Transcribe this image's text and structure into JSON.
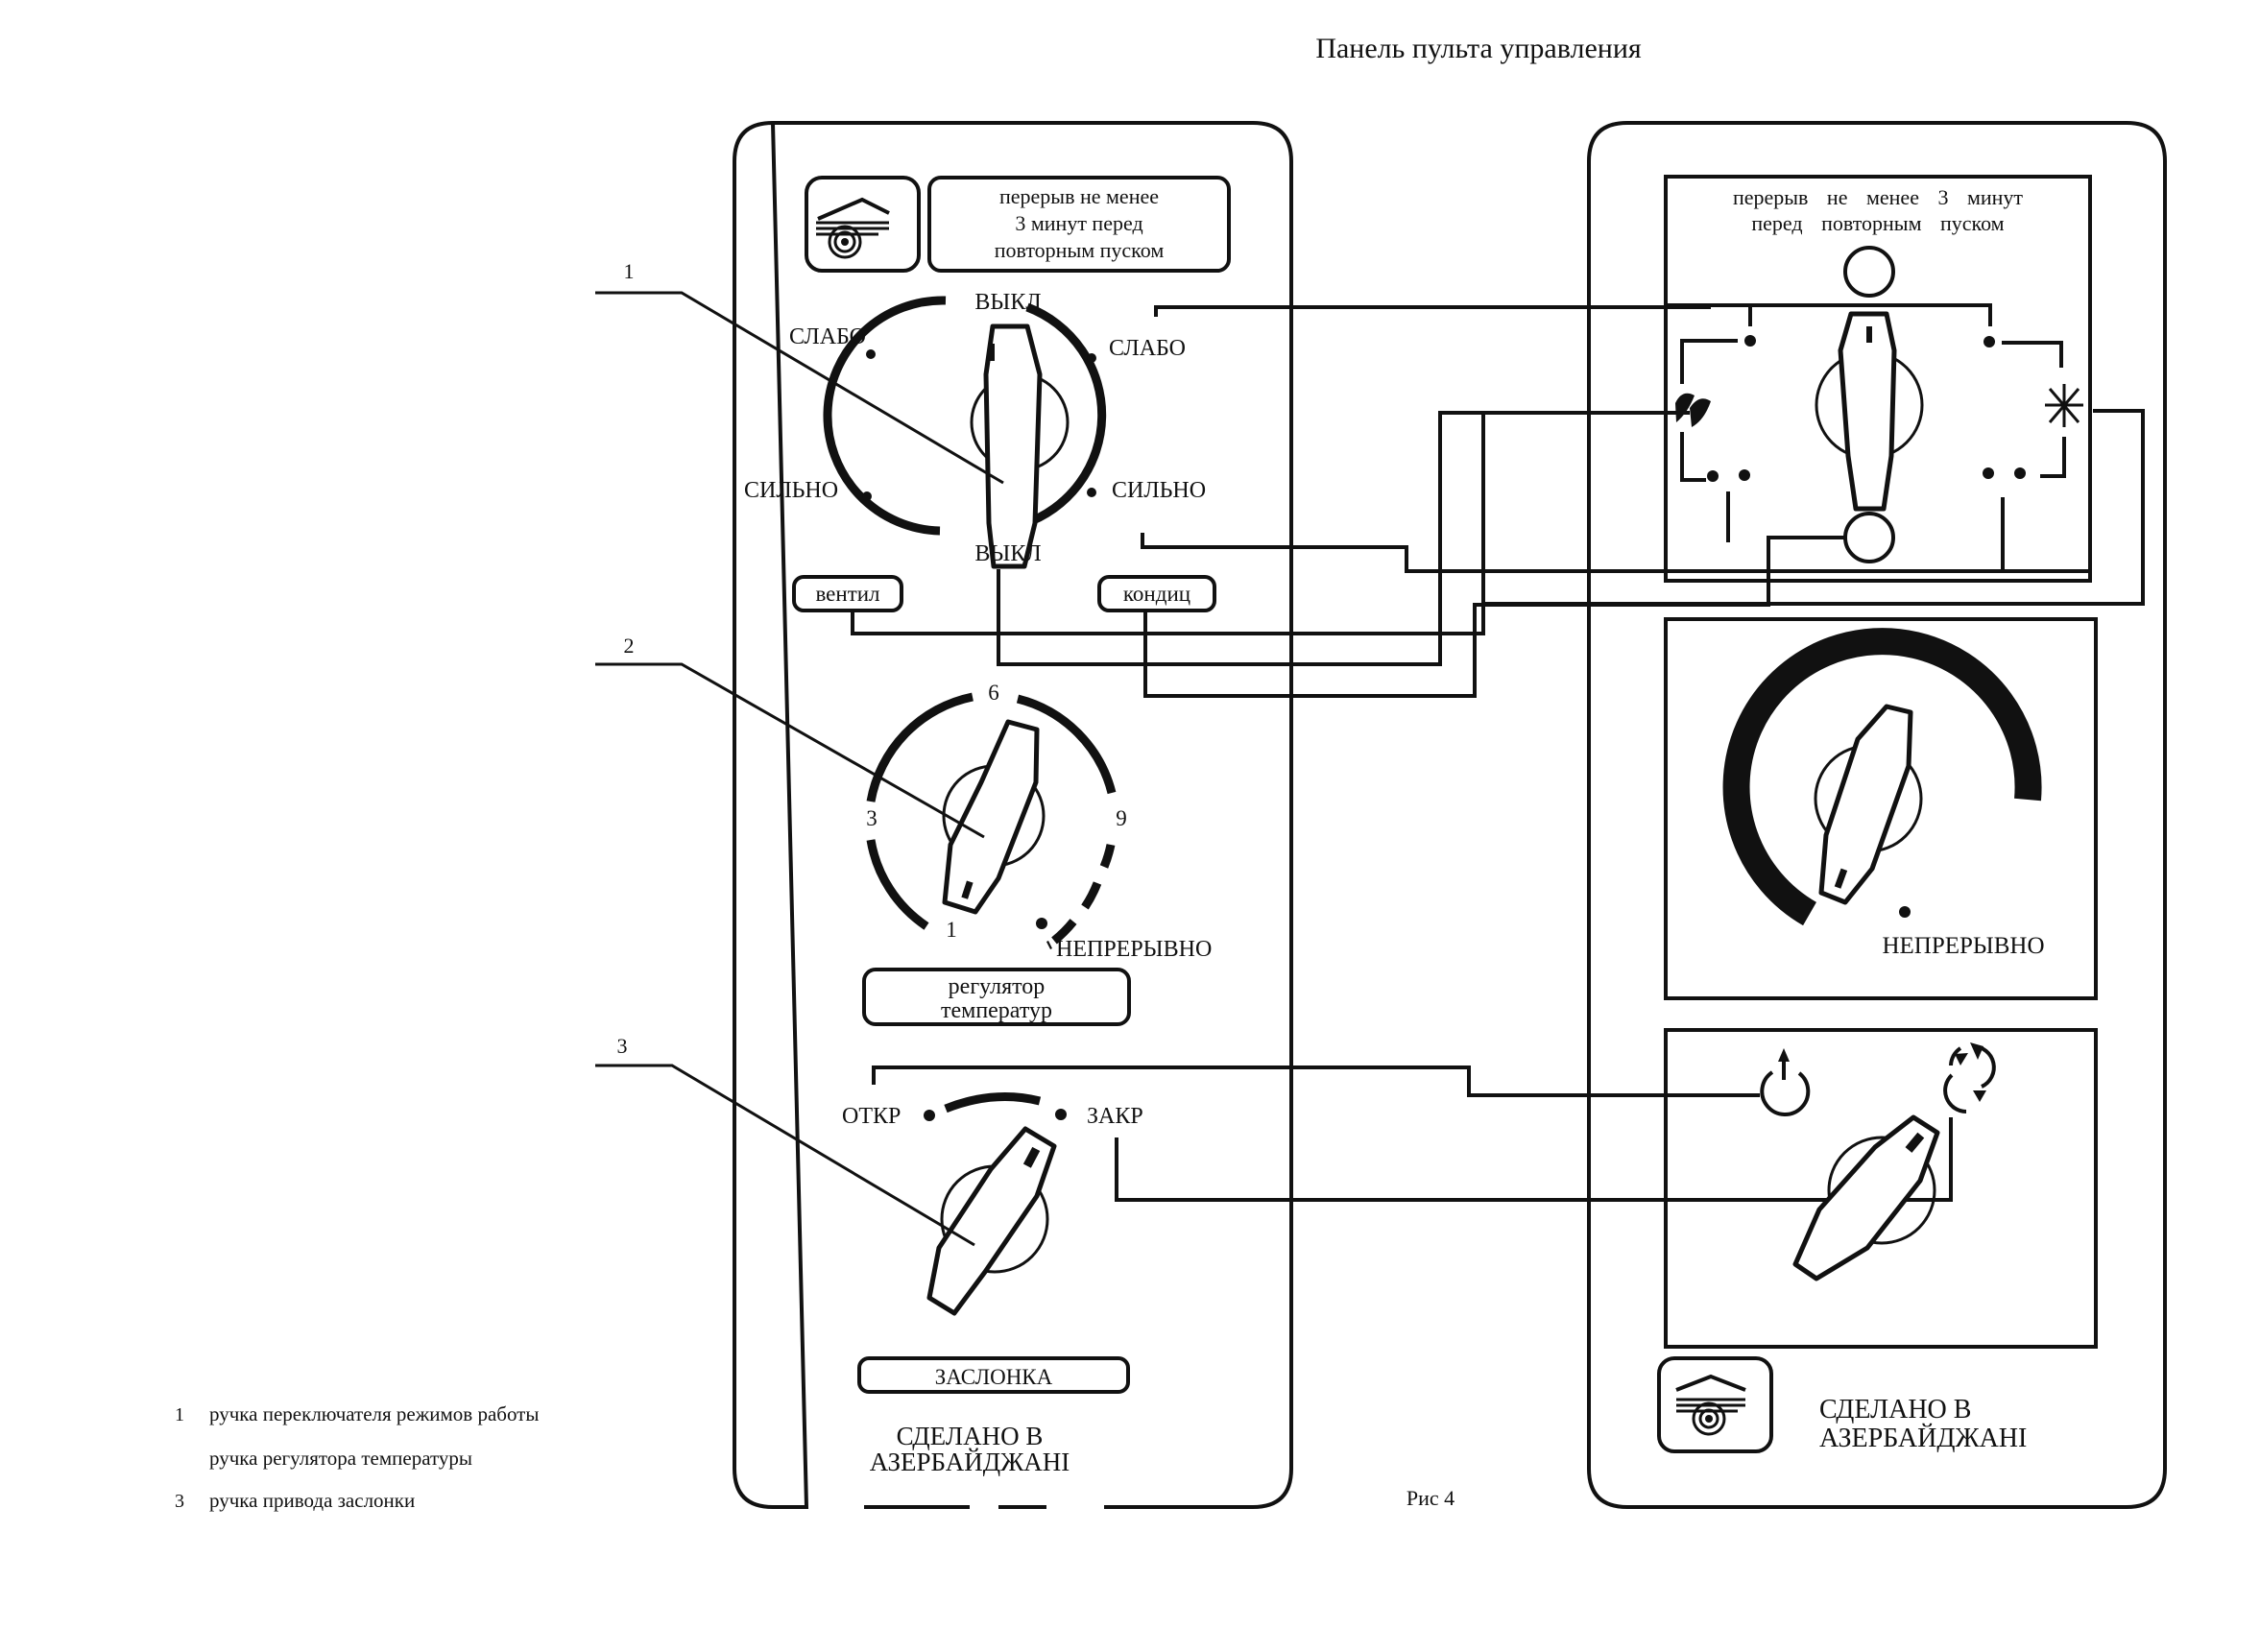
{
  "title": "Панель пульта управления",
  "figure_caption": "Рис 4",
  "callouts": [
    {
      "number": "1"
    },
    {
      "number": "2"
    },
    {
      "number": "3"
    }
  ],
  "legend": [
    {
      "number": "1",
      "text": "ручка переключателя режимов работы"
    },
    {
      "number": "",
      "text": "ручка регулятора температуры"
    },
    {
      "number": "3",
      "text": "ручка привода заслонки"
    }
  ],
  "left_panel": {
    "notice_lines": [
      "перерыв не менее",
      "3 минут перед",
      "повторным пуском"
    ],
    "mode_switch": {
      "top_label": "ВЫКЛ",
      "bottom_label": "ВЫКЛ",
      "left_upper": "СЛАБО",
      "left_lower": "СИЛЬНО",
      "right_upper": "СЛАБО",
      "right_lower": "СИЛЬНО",
      "left_tag": "вентил",
      "right_tag": "кондиц"
    },
    "thermostat": {
      "scale_labels": [
        "1",
        "3",
        "6",
        "9"
      ],
      "continuous_label": "НЕПРЕРЫВНО",
      "tag_lines": [
        "регулятор",
        "температур"
      ]
    },
    "damper": {
      "open_label": "ОТКР",
      "closed_label": "ЗАКР",
      "tag": "ЗАСЛОНКА"
    },
    "made_in_lines": [
      "СДЕЛАНО В",
      "АЗЕРБАЙДЖАНІ"
    ]
  },
  "right_panel": {
    "notice_lines": [
      "перерыв не менее 3 минут",
      "перед повторным пуском"
    ],
    "continuous_label": "НЕПРЕРЫВНО",
    "icons": [
      "fan-icon",
      "snowflake-icon",
      "fresh-air-icon",
      "recirculation-icon",
      "brand-logo-icon"
    ],
    "made_in_lines": [
      "СДЕЛАНО В",
      "АЗЕРБАЙДЖАНІ"
    ]
  }
}
